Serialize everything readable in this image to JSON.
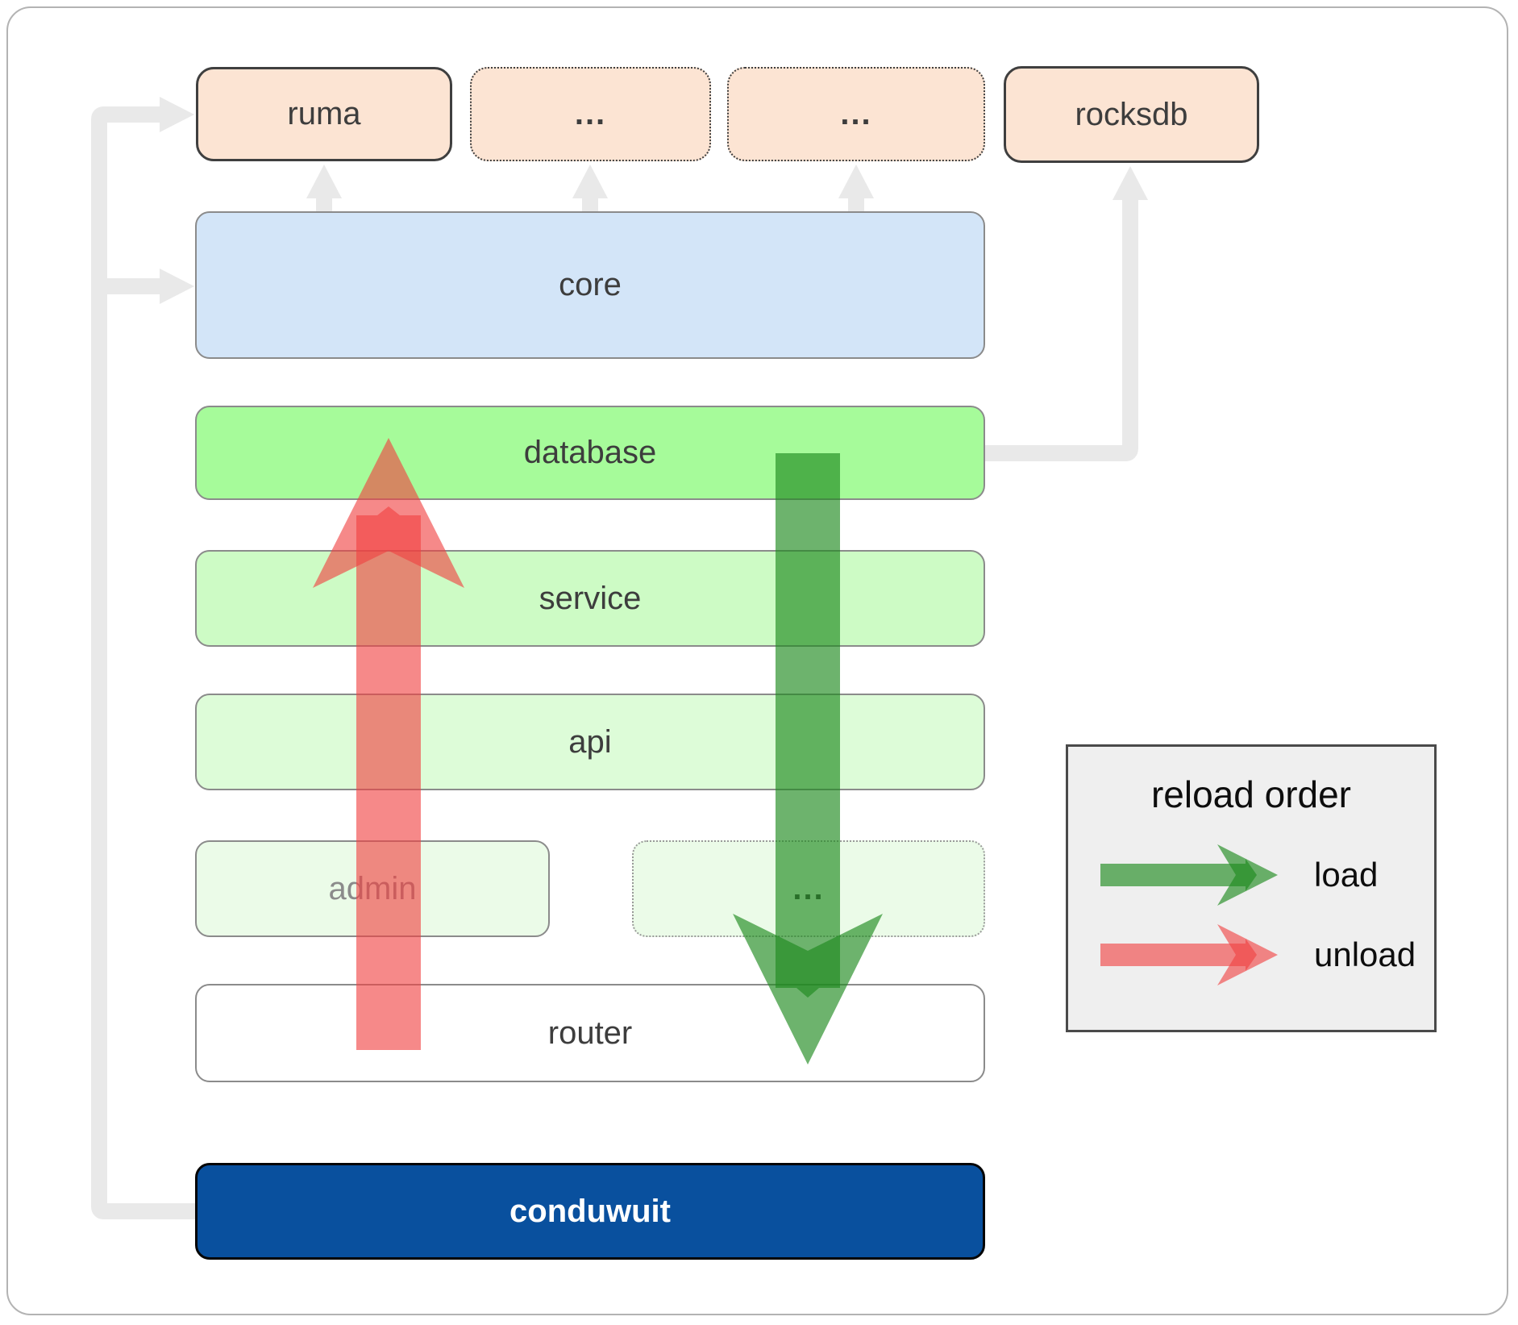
{
  "nodes": {
    "ruma": {
      "label": "ruma"
    },
    "ellipsis_top_1": {
      "label": "..."
    },
    "ellipsis_top_2": {
      "label": "..."
    },
    "rocksdb": {
      "label": "rocksdb"
    },
    "core": {
      "label": "core"
    },
    "database": {
      "label": "database"
    },
    "service": {
      "label": "service"
    },
    "api": {
      "label": "api"
    },
    "admin": {
      "label": "admin"
    },
    "ellipsis_admin": {
      "label": "..."
    },
    "router": {
      "label": "router"
    },
    "conduwuit": {
      "label": "conduwuit"
    }
  },
  "legend": {
    "title": "reload order",
    "items": [
      {
        "label": "load",
        "color": "#1e8b1e"
      },
      {
        "label": "unload",
        "color": "#f04040"
      }
    ]
  },
  "colors": {
    "load_arrow": "#1e8b1e",
    "unload_arrow": "#f04040",
    "connector": "#e9e9e9"
  }
}
